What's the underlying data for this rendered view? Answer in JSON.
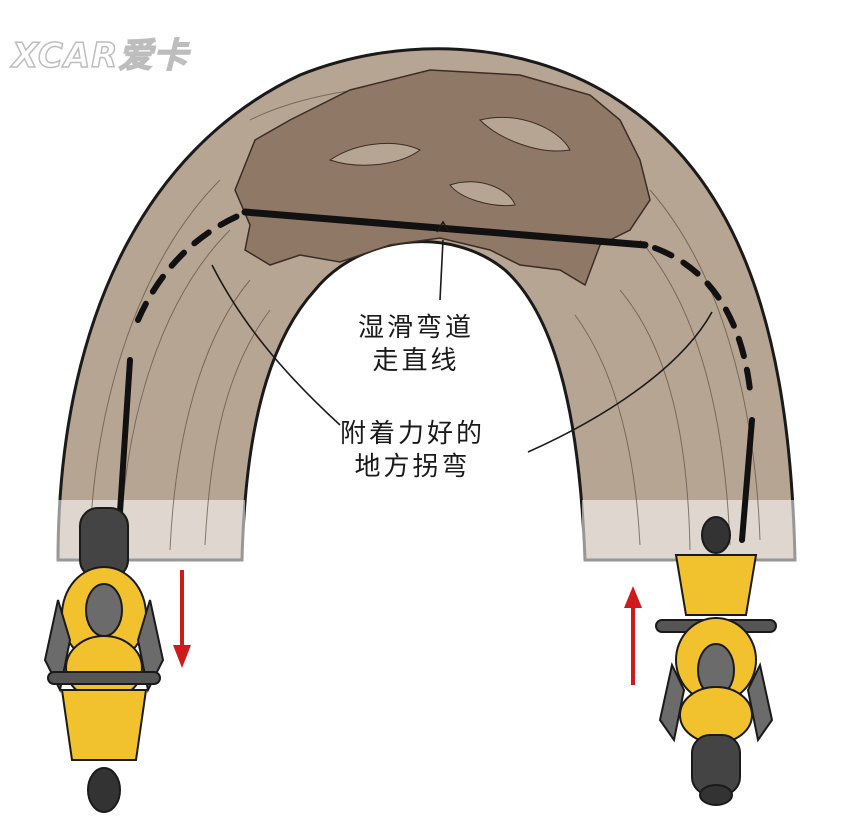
{
  "logo": {
    "text": "XCAR爱卡"
  },
  "labels": {
    "wet_line1": "湿滑弯道",
    "wet_line2": "走直线",
    "grip_line1": "附着力好的",
    "grip_line2": "地方拐弯"
  },
  "colors": {
    "road": "#b7a594",
    "wet_patch": "#8f7866",
    "outline": "#1a1a1a",
    "arrow": "#d01a1a",
    "bike_yellow": "#f2c12e",
    "bike_grey": "#6b6b6b"
  },
  "arrows": [
    {
      "direction": "down"
    },
    {
      "direction": "up"
    }
  ]
}
